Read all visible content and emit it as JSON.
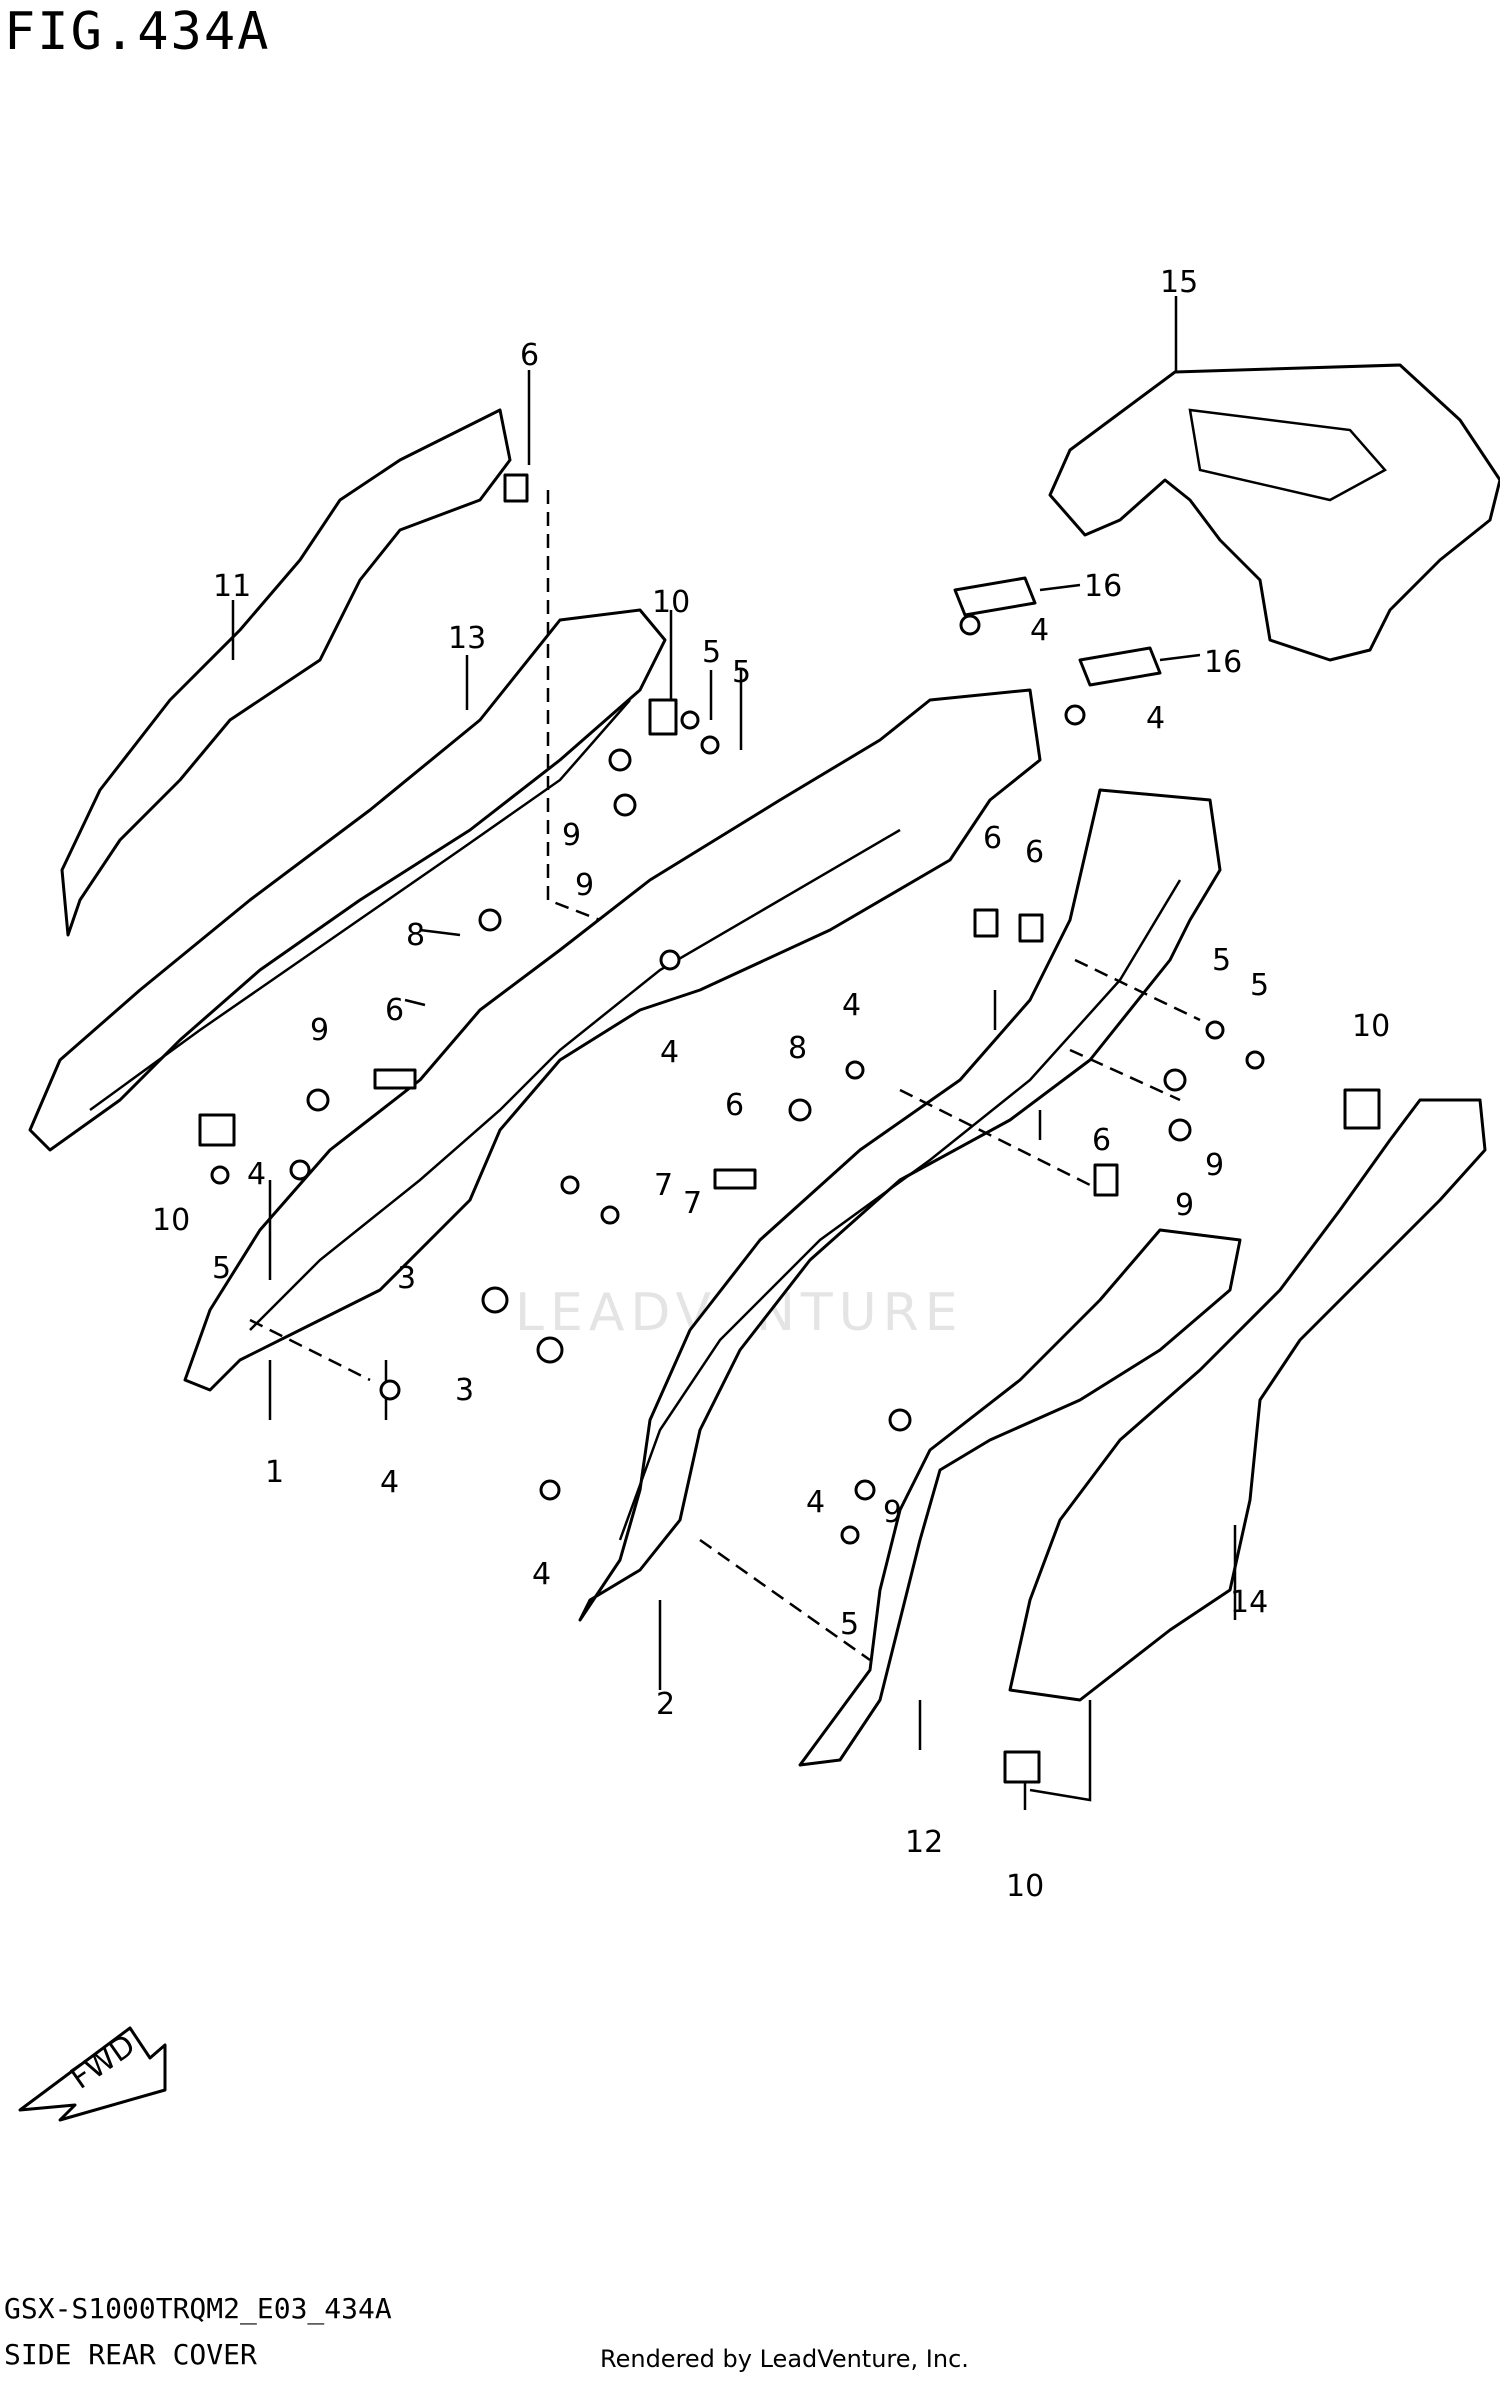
{
  "figure": {
    "title": "FIG.434A",
    "code": "GSX-S1000TRQM2_E03_434A",
    "name": "SIDE REAR COVER",
    "credit": "Rendered by LeadVenture, Inc.",
    "watermark": "LEADVENTURE",
    "fwd_label": "FWD"
  },
  "parts": [
    {
      "ref": "1",
      "kind": "cover-left-frame"
    },
    {
      "ref": "2",
      "kind": "cover-right-frame"
    },
    {
      "ref": "3",
      "kind": "grommet"
    },
    {
      "ref": "4",
      "kind": "screw"
    },
    {
      "ref": "5",
      "kind": "bolt"
    },
    {
      "ref": "6",
      "kind": "nut-clip"
    },
    {
      "ref": "7",
      "kind": "screw"
    },
    {
      "ref": "8",
      "kind": "rivet"
    },
    {
      "ref": "9",
      "kind": "bolt-washer"
    },
    {
      "ref": "10",
      "kind": "clip"
    },
    {
      "ref": "11",
      "kind": "side-cover-left-outer"
    },
    {
      "ref": "12",
      "kind": "side-cover-right-inner"
    },
    {
      "ref": "13",
      "kind": "cover-strip"
    },
    {
      "ref": "14",
      "kind": "side-cover-right-outer"
    },
    {
      "ref": "15",
      "kind": "tail-cover"
    },
    {
      "ref": "16",
      "kind": "cushion"
    }
  ],
  "labels": [
    {
      "id": "l15",
      "text": "15"
    },
    {
      "id": "l6a",
      "text": "6"
    },
    {
      "id": "l11",
      "text": "11"
    },
    {
      "id": "l13",
      "text": "13"
    },
    {
      "id": "l10a",
      "text": "10"
    },
    {
      "id": "l5a",
      "text": "5"
    },
    {
      "id": "l5b",
      "text": "5"
    },
    {
      "id": "l16a",
      "text": "16"
    },
    {
      "id": "l4a",
      "text": "4"
    },
    {
      "id": "l16b",
      "text": "16"
    },
    {
      "id": "l4b",
      "text": "4"
    },
    {
      "id": "l9a",
      "text": "9"
    },
    {
      "id": "l9b",
      "text": "9"
    },
    {
      "id": "l8a",
      "text": "8"
    },
    {
      "id": "l6b",
      "text": "6"
    },
    {
      "id": "l6c",
      "text": "6"
    },
    {
      "id": "l4c",
      "text": "4"
    },
    {
      "id": "l9c",
      "text": "9"
    },
    {
      "id": "l6d",
      "text": "6"
    },
    {
      "id": "l4d",
      "text": "4"
    },
    {
      "id": "l5c",
      "text": "5"
    },
    {
      "id": "l5d",
      "text": "5"
    },
    {
      "id": "l10b",
      "text": "10"
    },
    {
      "id": "l8b",
      "text": "8"
    },
    {
      "id": "l4e",
      "text": "4"
    },
    {
      "id": "l10c",
      "text": "10"
    },
    {
      "id": "l7a",
      "text": "7"
    },
    {
      "id": "l6e",
      "text": "6"
    },
    {
      "id": "l7b",
      "text": "7"
    },
    {
      "id": "l5e",
      "text": "5"
    },
    {
      "id": "l6f",
      "text": "6"
    },
    {
      "id": "l9d",
      "text": "9"
    },
    {
      "id": "l9e",
      "text": "9"
    },
    {
      "id": "l3a",
      "text": "3"
    },
    {
      "id": "l3b",
      "text": "3"
    },
    {
      "id": "l1",
      "text": "1"
    },
    {
      "id": "l4f",
      "text": "4"
    },
    {
      "id": "l4g",
      "text": "4"
    },
    {
      "id": "l9f",
      "text": "9"
    },
    {
      "id": "l4h",
      "text": "4"
    },
    {
      "id": "l5f",
      "text": "5"
    },
    {
      "id": "l14",
      "text": "14"
    },
    {
      "id": "l2",
      "text": "2"
    },
    {
      "id": "l12",
      "text": "12"
    },
    {
      "id": "l10d",
      "text": "10"
    }
  ]
}
